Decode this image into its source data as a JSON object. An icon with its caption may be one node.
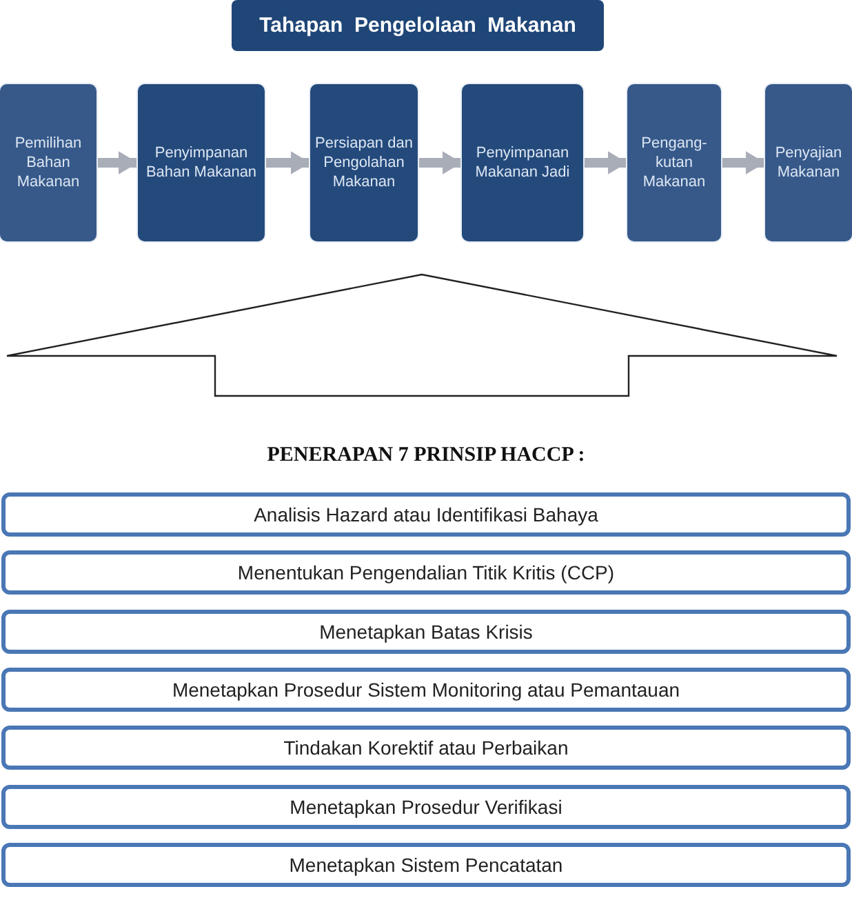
{
  "diagram": {
    "nodes": [
      {
        "text": [
          "Tahapan  Pengelolaan  Makanan"
        ]
      },
      {
        "text": [
          "Pemilihan Bahan Makanan"
        ]
      },
      {
        "text": [
          "Penyimpanan Bahan Makanan"
        ]
      },
      {
        "text": [
          "Persiapan dan Pengolahan Makanan"
        ]
      },
      {
        "text": [
          "Penyimpanan Makanan Jadi"
        ]
      },
      {
        "text": [
          "Pengang- kutan Makanan"
        ]
      },
      {
        "text": [
          "Penyajian Makanan"
        ]
      },
      {
        "text": [
          "Analisis Hazard atau Identifikasi Bahaya"
        ]
      },
      {
        "text": [
          "Menentukan Pengendalian Titik Kritis (CCP)"
        ]
      },
      {
        "text": [
          "Menetapkan Batas Krisis"
        ]
      },
      {
        "text": [
          "Menetapkan Prosedur Sistem Monitoring atau Pemantauan"
        ]
      },
      {
        "text": [
          "Tindakan Korektif atau Perbaikan"
        ]
      },
      {
        "text": [
          "Menetapkan Prosedur Verifikasi"
        ]
      },
      {
        "text": [
          "Menetapkan Sistem Pencatatan"
        ]
      },
      {
        "text": [],
        "shape": "arrow"
      }
    ],
    "edges": [
      {
        "from": 1,
        "to": 2,
        "arrow": "to"
      },
      {
        "from": 2,
        "to": 3,
        "arrow": "to"
      },
      {
        "from": 3,
        "to": 4,
        "arrow": "to"
      },
      {
        "from": 4,
        "to": 5,
        "arrow": "to"
      },
      {
        "from": 5,
        "to": 6,
        "arrow": "to"
      }
    ],
    "labels": [
      "PENERAPAN 7 PRINSIP HACCP :"
    ]
  }
}
